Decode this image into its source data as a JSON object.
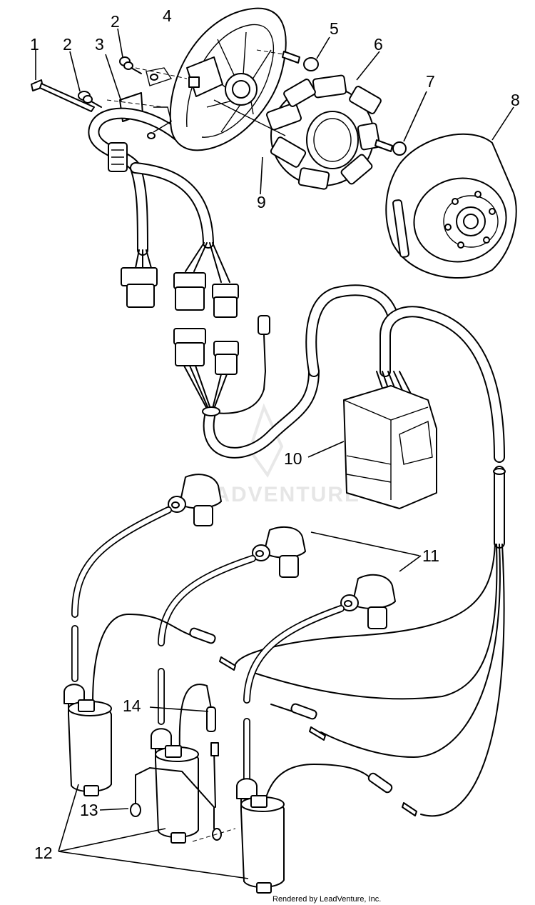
{
  "callouts": [
    "1",
    "2",
    "2",
    "3",
    "4",
    "5",
    "6",
    "7",
    "8",
    "9",
    "10",
    "11",
    "12",
    "13",
    "14"
  ],
  "watermark": "LEADVENTURE",
  "footer": "Rendered by LeadVenture, Inc."
}
